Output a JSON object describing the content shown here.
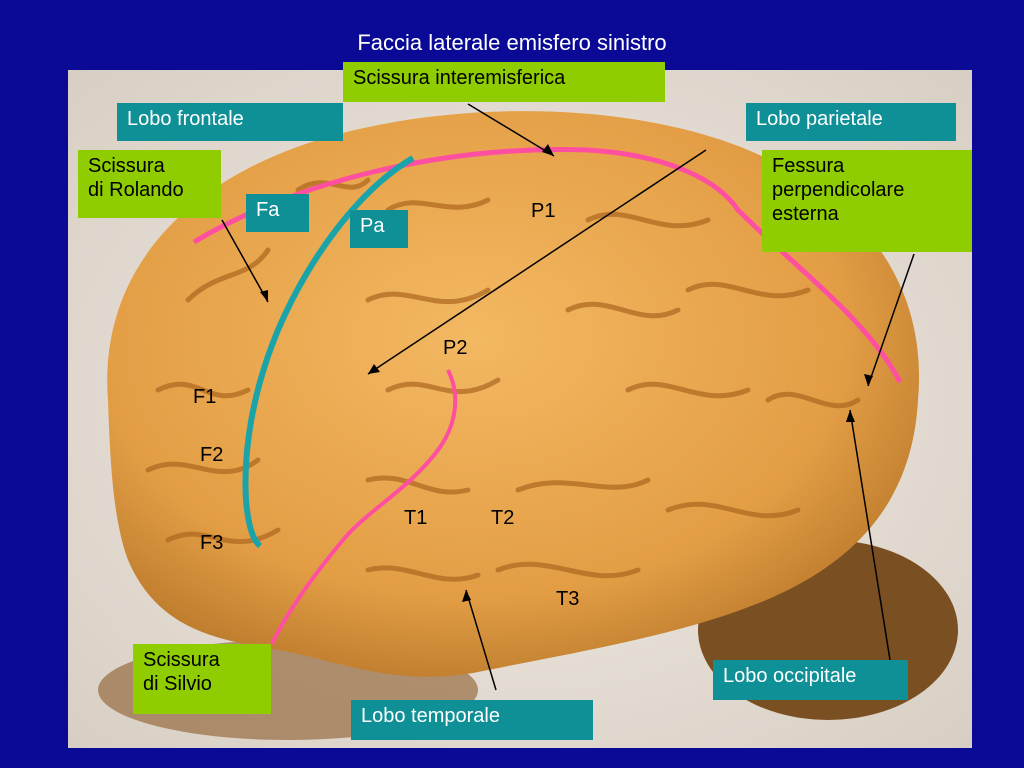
{
  "title": "Faccia laterale emisfero sinistro",
  "colors": {
    "background": "#0a0a96",
    "teal_box": "#0f8f96",
    "green_box": "#8fcc00",
    "brain": "#e8a64a",
    "pink_line": "#ff4fa0",
    "teal_line": "#1aa3a8"
  },
  "labels": {
    "scissura_interemisferica": "Scissura interemisferica",
    "lobo_frontale": "Lobo frontale",
    "lobo_parietale": "Lobo parietale",
    "scissura_rolando": "Scissura\ndi Rolando",
    "fessura_perpendicolare": "Fessura\nperpendicolare\nesterna",
    "fa": "Fa",
    "pa": "Pa",
    "scissura_silvio": "Scissura\ndi Silvio",
    "lobo_temporale": "Lobo temporale",
    "lobo_occipitale": "Lobo occipitale"
  },
  "gyri": {
    "p1": "P1",
    "p2": "P2",
    "f1": "F1",
    "f2": "F2",
    "f3": "F3",
    "t1": "T1",
    "t2": "T2",
    "t3": "T3"
  }
}
